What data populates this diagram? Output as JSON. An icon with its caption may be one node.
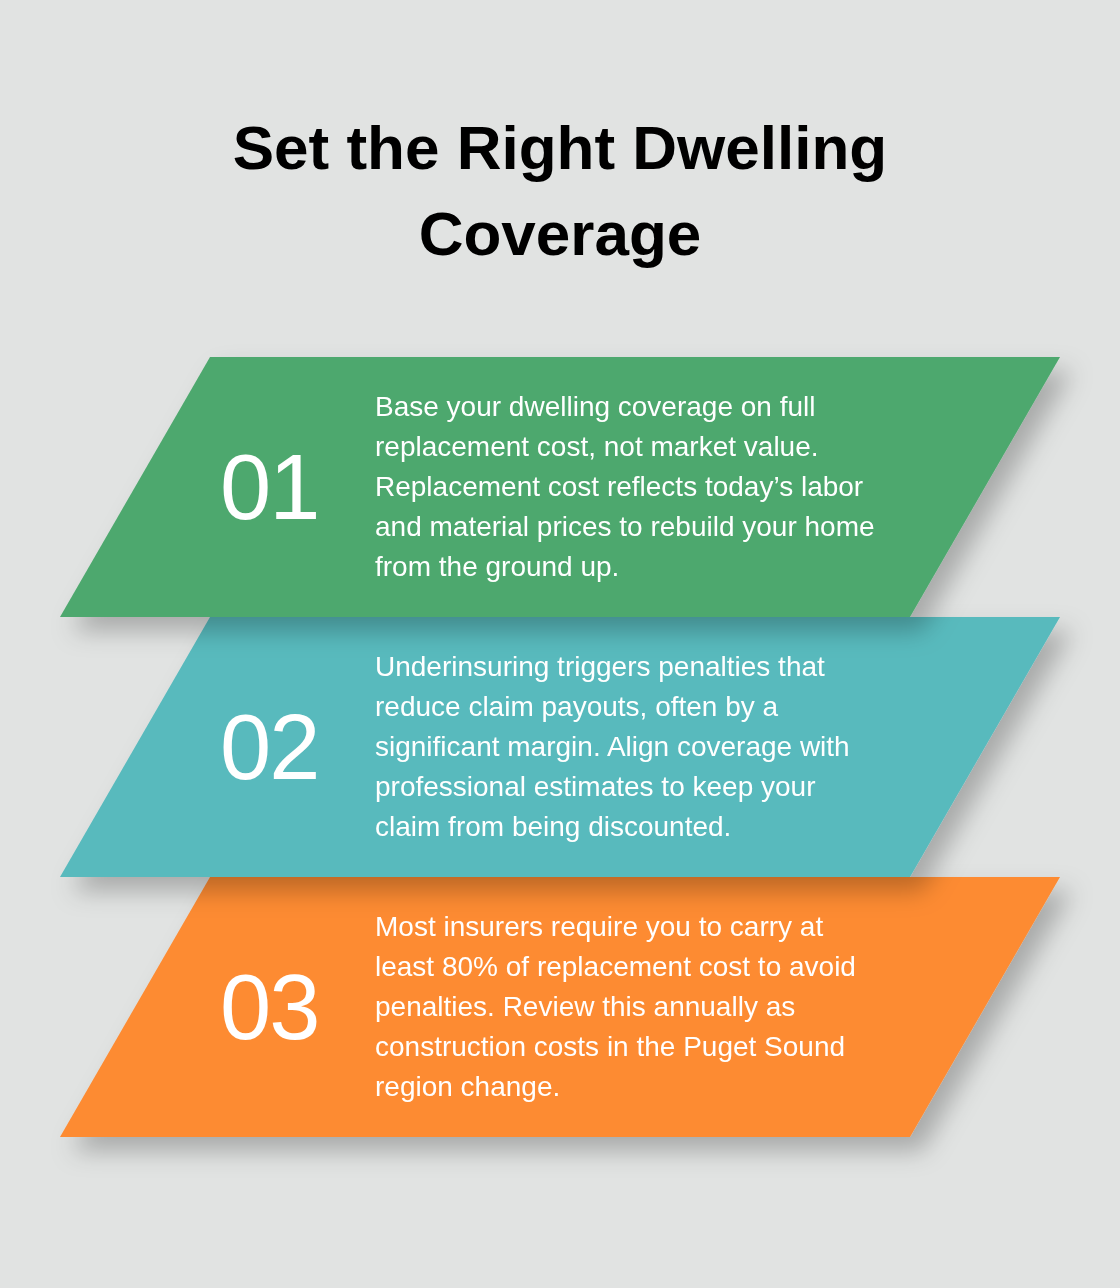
{
  "diagram": {
    "title": "Set the Right Dwelling Coverage",
    "nodes": [
      {
        "text": [
          "01",
          "Base your dwelling coverage on full replacement cost, not market value. Replacement cost reflects today’s labor and material prices to rebuild your home from the ground up."
        ]
      },
      {
        "text": [
          "02",
          "Underinsuring triggers penalties that reduce claim payouts, often by a significant margin. Align coverage with professional estimates to keep your claim from being discounted."
        ]
      },
      {
        "text": [
          "03",
          "Most insurers require you to carry at least 80% of replacement cost to avoid penalties. Review this annually as construction costs in the Puget Sound region change."
        ]
      }
    ]
  }
}
